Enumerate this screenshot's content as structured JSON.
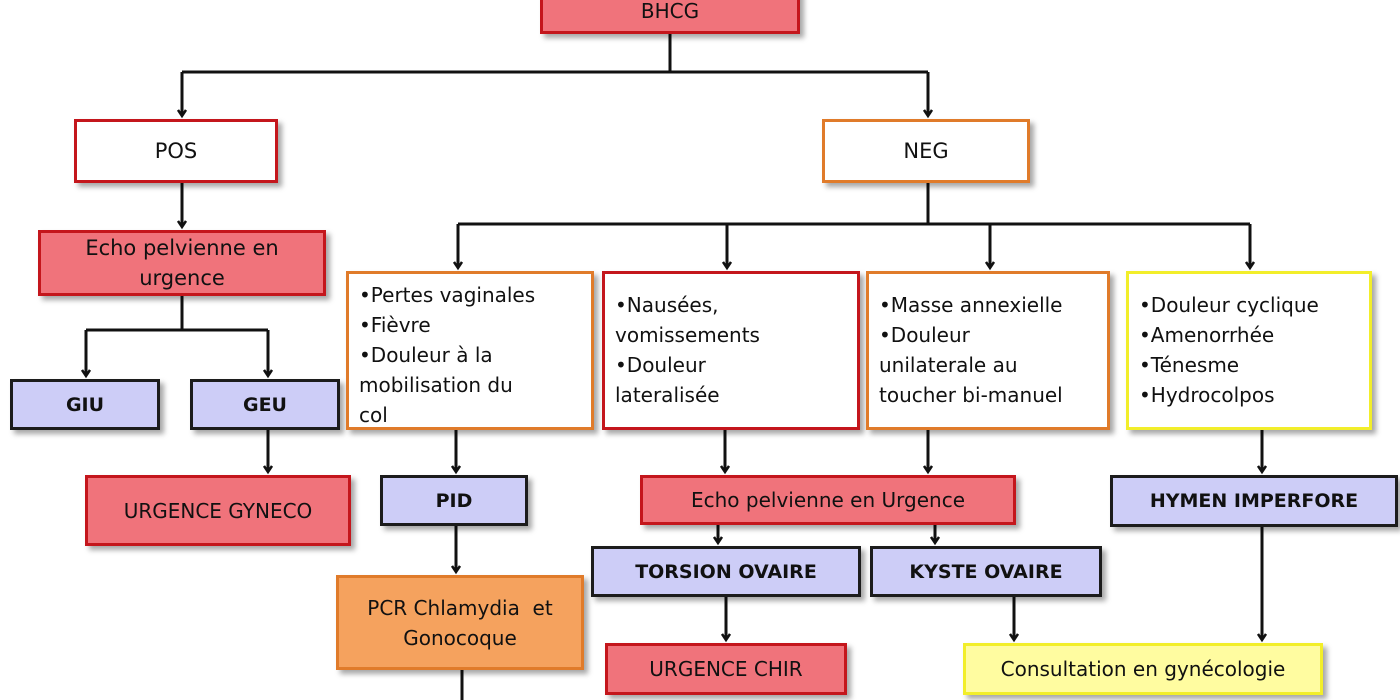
{
  "root": "BHCG",
  "pos": "POS",
  "neg": "NEG",
  "echo_pos": [
    "Echo pelvienne en",
    "urgence"
  ],
  "giu": "GIU",
  "geu": "GEU",
  "urgence_gyneco": "URGENCE GYNECO",
  "col1": [
    "Pertes vaginales",
    "Fièvre",
    "Douleur à la",
    "mobilisation du",
    "col"
  ],
  "col2": [
    "Nausées,",
    "vomissements",
    "Douleur",
    "lateralisée"
  ],
  "col3": [
    "Masse annexielle",
    "Douleur",
    "unilaterale au",
    "toucher bi-manuel"
  ],
  "col4": [
    "Douleur cyclique",
    "Amenorrhée",
    "Ténesme",
    "Hydrocolpos"
  ],
  "pid": "PID",
  "pcr": [
    "PCR Chlamydia  et",
    "Gonocoque"
  ],
  "echo_urgence": "Echo pelvienne en Urgence",
  "torsion": "TORSION OVAIRE",
  "kyste": "KYSTE OVAIRE",
  "urgence_chir": "URGENCE CHIR",
  "hymen": "HYMEN IMPERFORE",
  "consultation": "Consultation en gynécologie"
}
